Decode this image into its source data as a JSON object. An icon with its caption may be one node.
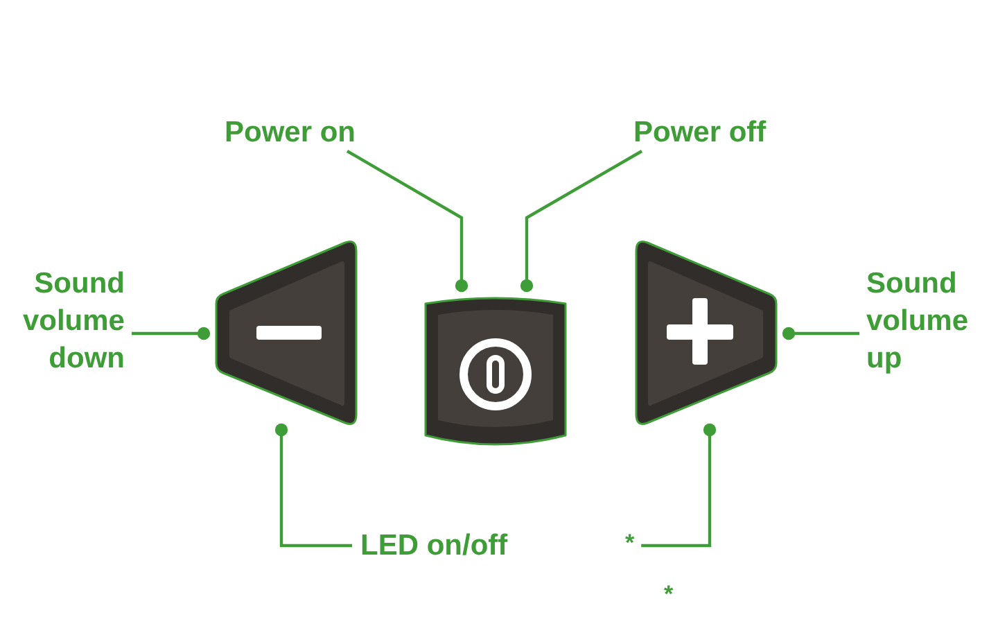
{
  "diagram": {
    "nodes": [
      {
        "text": [
          "Power on"
        ]
      },
      {
        "text": [
          "Power off"
        ]
      },
      {
        "text": [
          "Sound volume down"
        ]
      },
      {
        "text": [],
        "shape": "picture"
      },
      {
        "text": [],
        "shape": "picture"
      },
      {
        "text": [],
        "shape": "picture"
      },
      {
        "text": [
          "Sound volume up"
        ]
      },
      {
        "text": [
          "LED on/off"
        ]
      },
      {
        "text": [
          "*"
        ]
      }
    ],
    "edges": [
      {
        "from": 0,
        "to": 4,
        "arrow": "other"
      },
      {
        "from": 1,
        "to": 4,
        "arrow": "other"
      },
      {
        "from": 2,
        "to": 3,
        "arrow": "other"
      },
      {
        "from": 6,
        "to": 5,
        "arrow": "other"
      },
      {
        "from": 7,
        "to": 3,
        "arrow": "other"
      },
      {
        "from": 8,
        "to": 5,
        "arrow": "other"
      }
    ],
    "labels": [
      "*"
    ]
  }
}
